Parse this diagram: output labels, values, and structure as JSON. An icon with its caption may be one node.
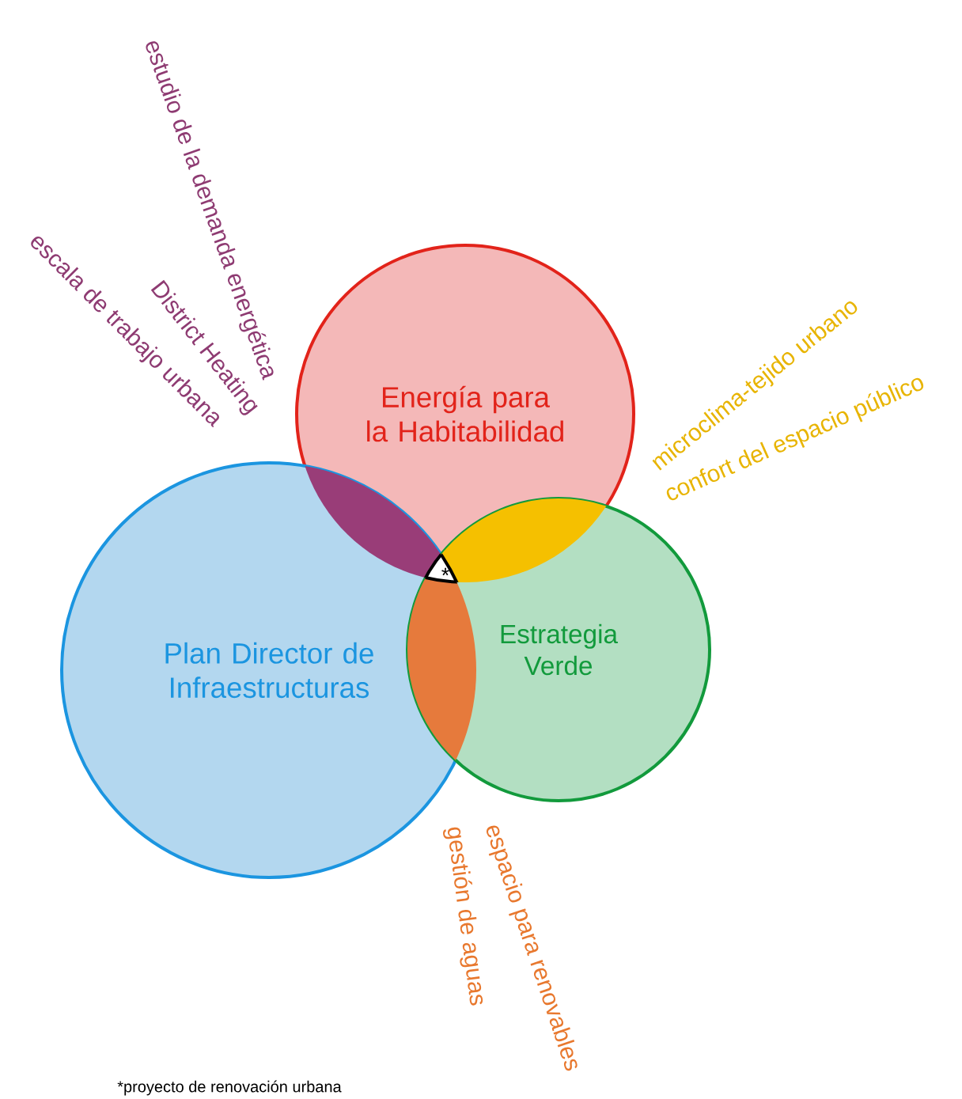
{
  "diagram": {
    "nodes": [
      {
        "text": [
          "Energía para la Habitabilidad"
        ]
      },
      {
        "text": [
          "Plan Director de Infraestructuras"
        ]
      },
      {
        "text": [
          "Estrategia Verde"
        ]
      },
      {
        "text": [
          "*"
        ]
      }
    ],
    "labels": [
      "estudio de la demanda energética",
      "escala de trabajo urbana",
      "District Heating",
      "microclima-tejido urbano",
      "confort del espacio público",
      "gestión de aguas",
      "espacio para renovables",
      "*proyecto de renovación urbana"
    ]
  }
}
